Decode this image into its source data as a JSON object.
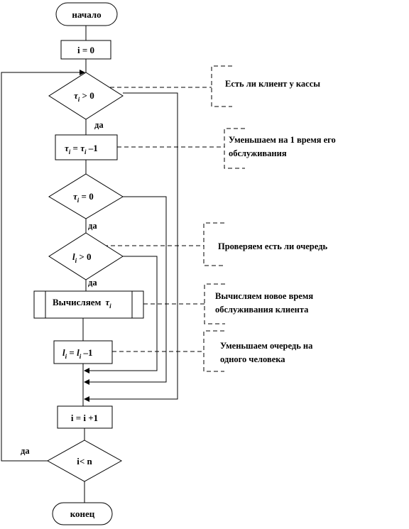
{
  "nodes": {
    "start": "начало",
    "init": "i = 0",
    "check_client": {
      "var": "τ",
      "sub": "i",
      "rest": " > 0"
    },
    "decrement": {
      "var": "τ",
      "sub": "i",
      "mid": " = ",
      "var2": "τ",
      "sub2": "i",
      "rest": " –1"
    },
    "check_zero": {
      "var": "τ",
      "sub": "i",
      "rest": " = 0"
    },
    "check_queue": {
      "var": "l",
      "sub": "i",
      "rest": " > 0"
    },
    "compute": {
      "text": "Вычисляем",
      "var": "τ",
      "sub": "i"
    },
    "queue_decrement": {
      "var": "l",
      "sub": "i",
      "mid": " = ",
      "var2": "l",
      "sub2": "i",
      "rest": " –1"
    },
    "increment": "i = i +1",
    "loop_check": "i< n",
    "end": "конец"
  },
  "labels": {
    "yes1": "да",
    "yes2": "да",
    "yes3": "да",
    "yes_loop": "да"
  },
  "notes": {
    "n1": "Есть ли клиент у кассы",
    "n2_line1": "Уменьшаем на 1 время его",
    "n2_line2": "обслуживания",
    "n3": "Проверяем есть ли очередь",
    "n4_line1": "Вычисляем новое время",
    "n4_line2": "обслуживания клиента",
    "n5_line1": "Уменьшаем очередь на",
    "n5_line2": "одного человека"
  }
}
